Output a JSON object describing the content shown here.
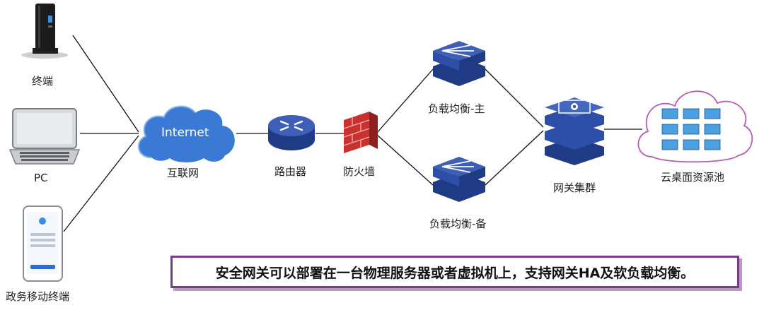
{
  "nodes": {
    "terminal": "终端",
    "pc": "PC",
    "mobile": "政务移动终端",
    "internet_cloud": "Internet",
    "internet": "互联网",
    "router": "路由器",
    "firewall": "防火墙",
    "lb_primary": "负载均衡-主",
    "lb_backup": "负载均衡-备",
    "gateway_cluster": "网关集群",
    "desktop_pool": "云桌面资源池"
  },
  "callout": "安全网关可以部署在一台物理服务器或者虚拟机上，支持网关HA及软负载均衡。",
  "colors": {
    "device_blue": "#2d4fa8",
    "device_light": "#6a86d0",
    "cloud_blue": "#3a79d4",
    "firewall_red": "#c9312f",
    "callout_border": "#7b3a8c",
    "pool_outline": "#b85bb5"
  },
  "icons": [
    "tower-terminal-icon",
    "laptop-icon",
    "smartphone-icon",
    "cloud-icon",
    "router-icon",
    "firewall-icon",
    "load-balancer-icon",
    "gateway-cluster-icon",
    "desktop-pool-icon"
  ]
}
